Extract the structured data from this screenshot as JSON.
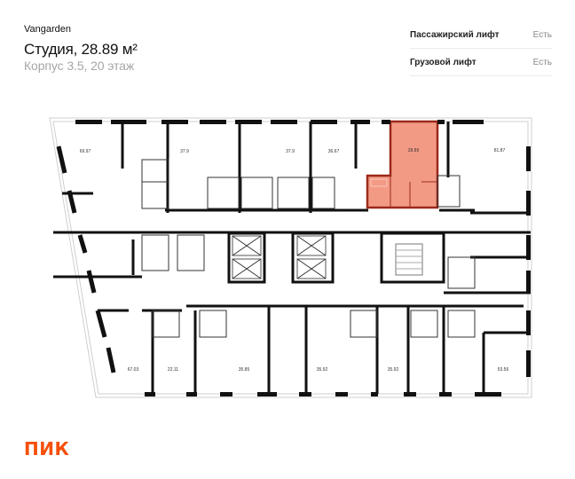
{
  "header": {
    "brand": "Vangarden",
    "title": "Студия, 28.89 м²",
    "subtitle": "Корпус 3.5, 20 этаж"
  },
  "features": [
    {
      "label": "Пассажирский лифт",
      "value": "Есть"
    },
    {
      "label": "Грузовой лифт",
      "value": "Есть"
    }
  ],
  "floor_plan": {
    "highlight_color": "#f39a85",
    "highlight_border": "#9b2a1a",
    "selected_unit": "28.89",
    "top_units": [
      "69.97",
      "37.9",
      "37.9",
      "36.67",
      "28.89",
      "81.87"
    ],
    "bottom_units": [
      "67.03",
      "22.11",
      "35.85",
      "35.92",
      "35.92",
      "53.56"
    ]
  },
  "footer": {
    "logo": "ПИК",
    "logo_color": "#f5500a"
  }
}
